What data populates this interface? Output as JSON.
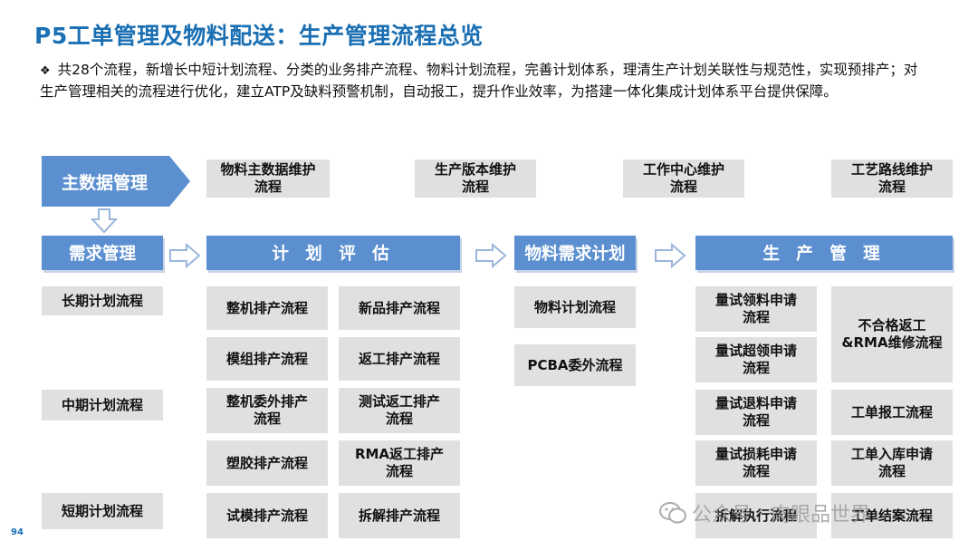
{
  "title": "P5工单管理及物料配送：生产管理流程总览",
  "intro": "共28个流程，新增长中短计划流程、分类的业务排产流程、物料计划流程，完善计划体系，理清生产计划关联性与规范性，实现预排产；对生产管理相关的流程进行优化，建立ATP及缺料预警机制，自动报工，提升作业效率，为搭建一体化集成计划体系平台提供保障。",
  "master": {
    "label": "主数据管理",
    "items": [
      "物料主数据维护\n流程",
      "生产版本维护\n流程",
      "工作中心维护\n流程",
      "工艺路线维护\n流程"
    ]
  },
  "sections": {
    "demand": "需求管理",
    "plan": "计 划 评 估",
    "material": "物料需求计划",
    "production": "生 产 管 理"
  },
  "demand_items": [
    "长期计划流程",
    "中期计划流程",
    "短期计划流程"
  ],
  "plan_left": [
    "整机排产流程",
    "模组排产流程",
    "整机委外排产\n流程",
    "塑胶排产流程",
    "试模排产流程"
  ],
  "plan_right": [
    "新品排产流程",
    "返工排产流程",
    "测试返工排产\n流程",
    "RMA返工排产\n流程",
    "拆解排产流程"
  ],
  "material_items": [
    "物料计划流程",
    "PCBA委外流程"
  ],
  "prod_left": [
    "量试领料申请\n流程",
    "量试超领申请\n流程",
    "量试退料申请\n流程",
    "量试损耗申请\n流程",
    "拆解执行流程"
  ],
  "prod_right": [
    "不合格返工\n&RMA维修流程",
    "工单报工流程",
    "工单入库申请\n流程",
    "工单结案流程"
  ],
  "page_number": "94",
  "watermark": "公众号 · 肉眼品世界",
  "colors": {
    "accent": "#1a6fb3",
    "header": "#5b8fd0",
    "box": "#e0e0e0"
  }
}
